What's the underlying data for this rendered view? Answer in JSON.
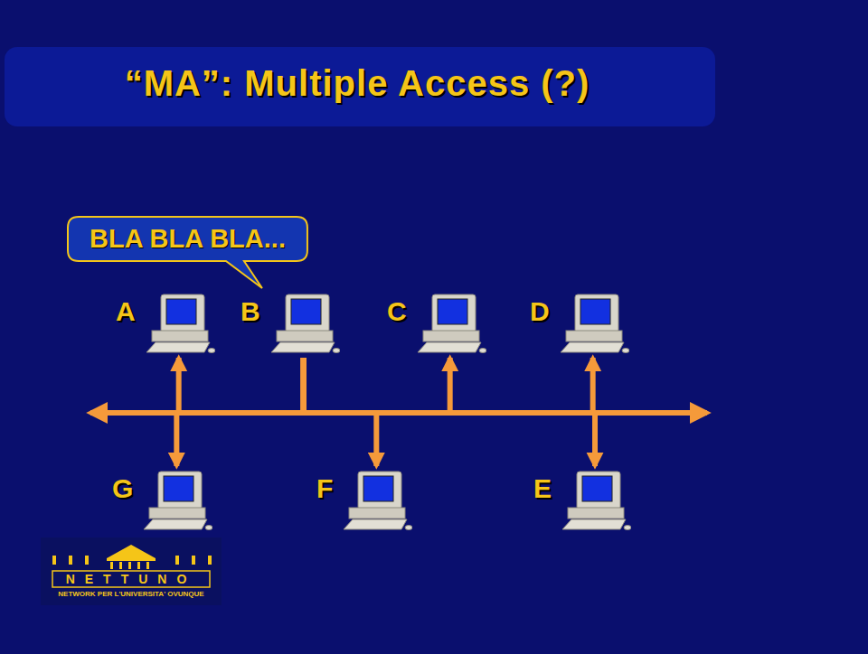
{
  "diagram": {
    "title": "“MA”: Multiple Access (?)",
    "nodes": [
      {
        "text": [
          "BLA BLA BLA..."
        ]
      },
      {
        "text": [
          "A"
        ]
      },
      {
        "text": [
          "B"
        ]
      },
      {
        "text": [
          "C"
        ]
      },
      {
        "text": [
          "D"
        ]
      },
      {
        "text": [
          "G"
        ]
      },
      {
        "text": [
          "F"
        ]
      },
      {
        "text": [
          "E"
        ]
      }
    ],
    "edges": [
      {
        "from": 2,
        "to": 1,
        "arrow": "to"
      },
      {
        "from": 2,
        "to": 3,
        "arrow": "to"
      },
      {
        "from": 2,
        "to": 4,
        "arrow": "to"
      },
      {
        "from": 2,
        "to": 5,
        "arrow": "to"
      },
      {
        "from": 2,
        "to": 6,
        "arrow": "to"
      },
      {
        "from": 2,
        "to": 7,
        "arrow": "to"
      }
    ],
    "labels": [
      "NETTUNO",
      "NETWORK PER L'UNIVERSITA' OVUNQUE"
    ]
  }
}
